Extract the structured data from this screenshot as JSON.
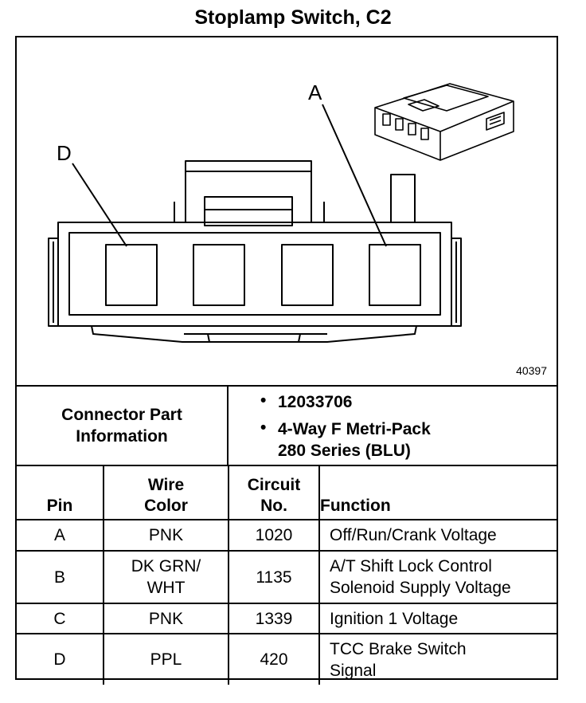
{
  "title": "Stoplamp Switch, C2",
  "figure_number": "40397",
  "callouts": {
    "a": "A",
    "d": "D"
  },
  "connector_info": {
    "label_line1": "Connector Part",
    "label_line2": "Information",
    "bullet": "•",
    "part_number": "12033706",
    "description_line1": "4-Way F Metri-Pack",
    "description_line2": "280 Series (BLU)"
  },
  "table": {
    "headers": {
      "pin": "Pin",
      "wire_color_line1": "Wire",
      "wire_color_line2": "Color",
      "circuit_line1": "Circuit",
      "circuit_line2": "No.",
      "function": "Function"
    },
    "rows": [
      {
        "pin": "A",
        "wire1": "PNK",
        "wire2": "",
        "circuit": "1020",
        "func1": "Off/Run/Crank Voltage",
        "func2": ""
      },
      {
        "pin": "B",
        "wire1": "DK GRN/",
        "wire2": "WHT",
        "circuit": "1135",
        "func1": "A/T Shift Lock Control",
        "func2": "Solenoid Supply Voltage"
      },
      {
        "pin": "C",
        "wire1": "PNK",
        "wire2": "",
        "circuit": "1339",
        "func1": "Ignition 1 Voltage",
        "func2": ""
      },
      {
        "pin": "D",
        "wire1": "PPL",
        "wire2": "",
        "circuit": "420",
        "func1": "TCC Brake Switch",
        "func2": "Signal"
      }
    ]
  }
}
